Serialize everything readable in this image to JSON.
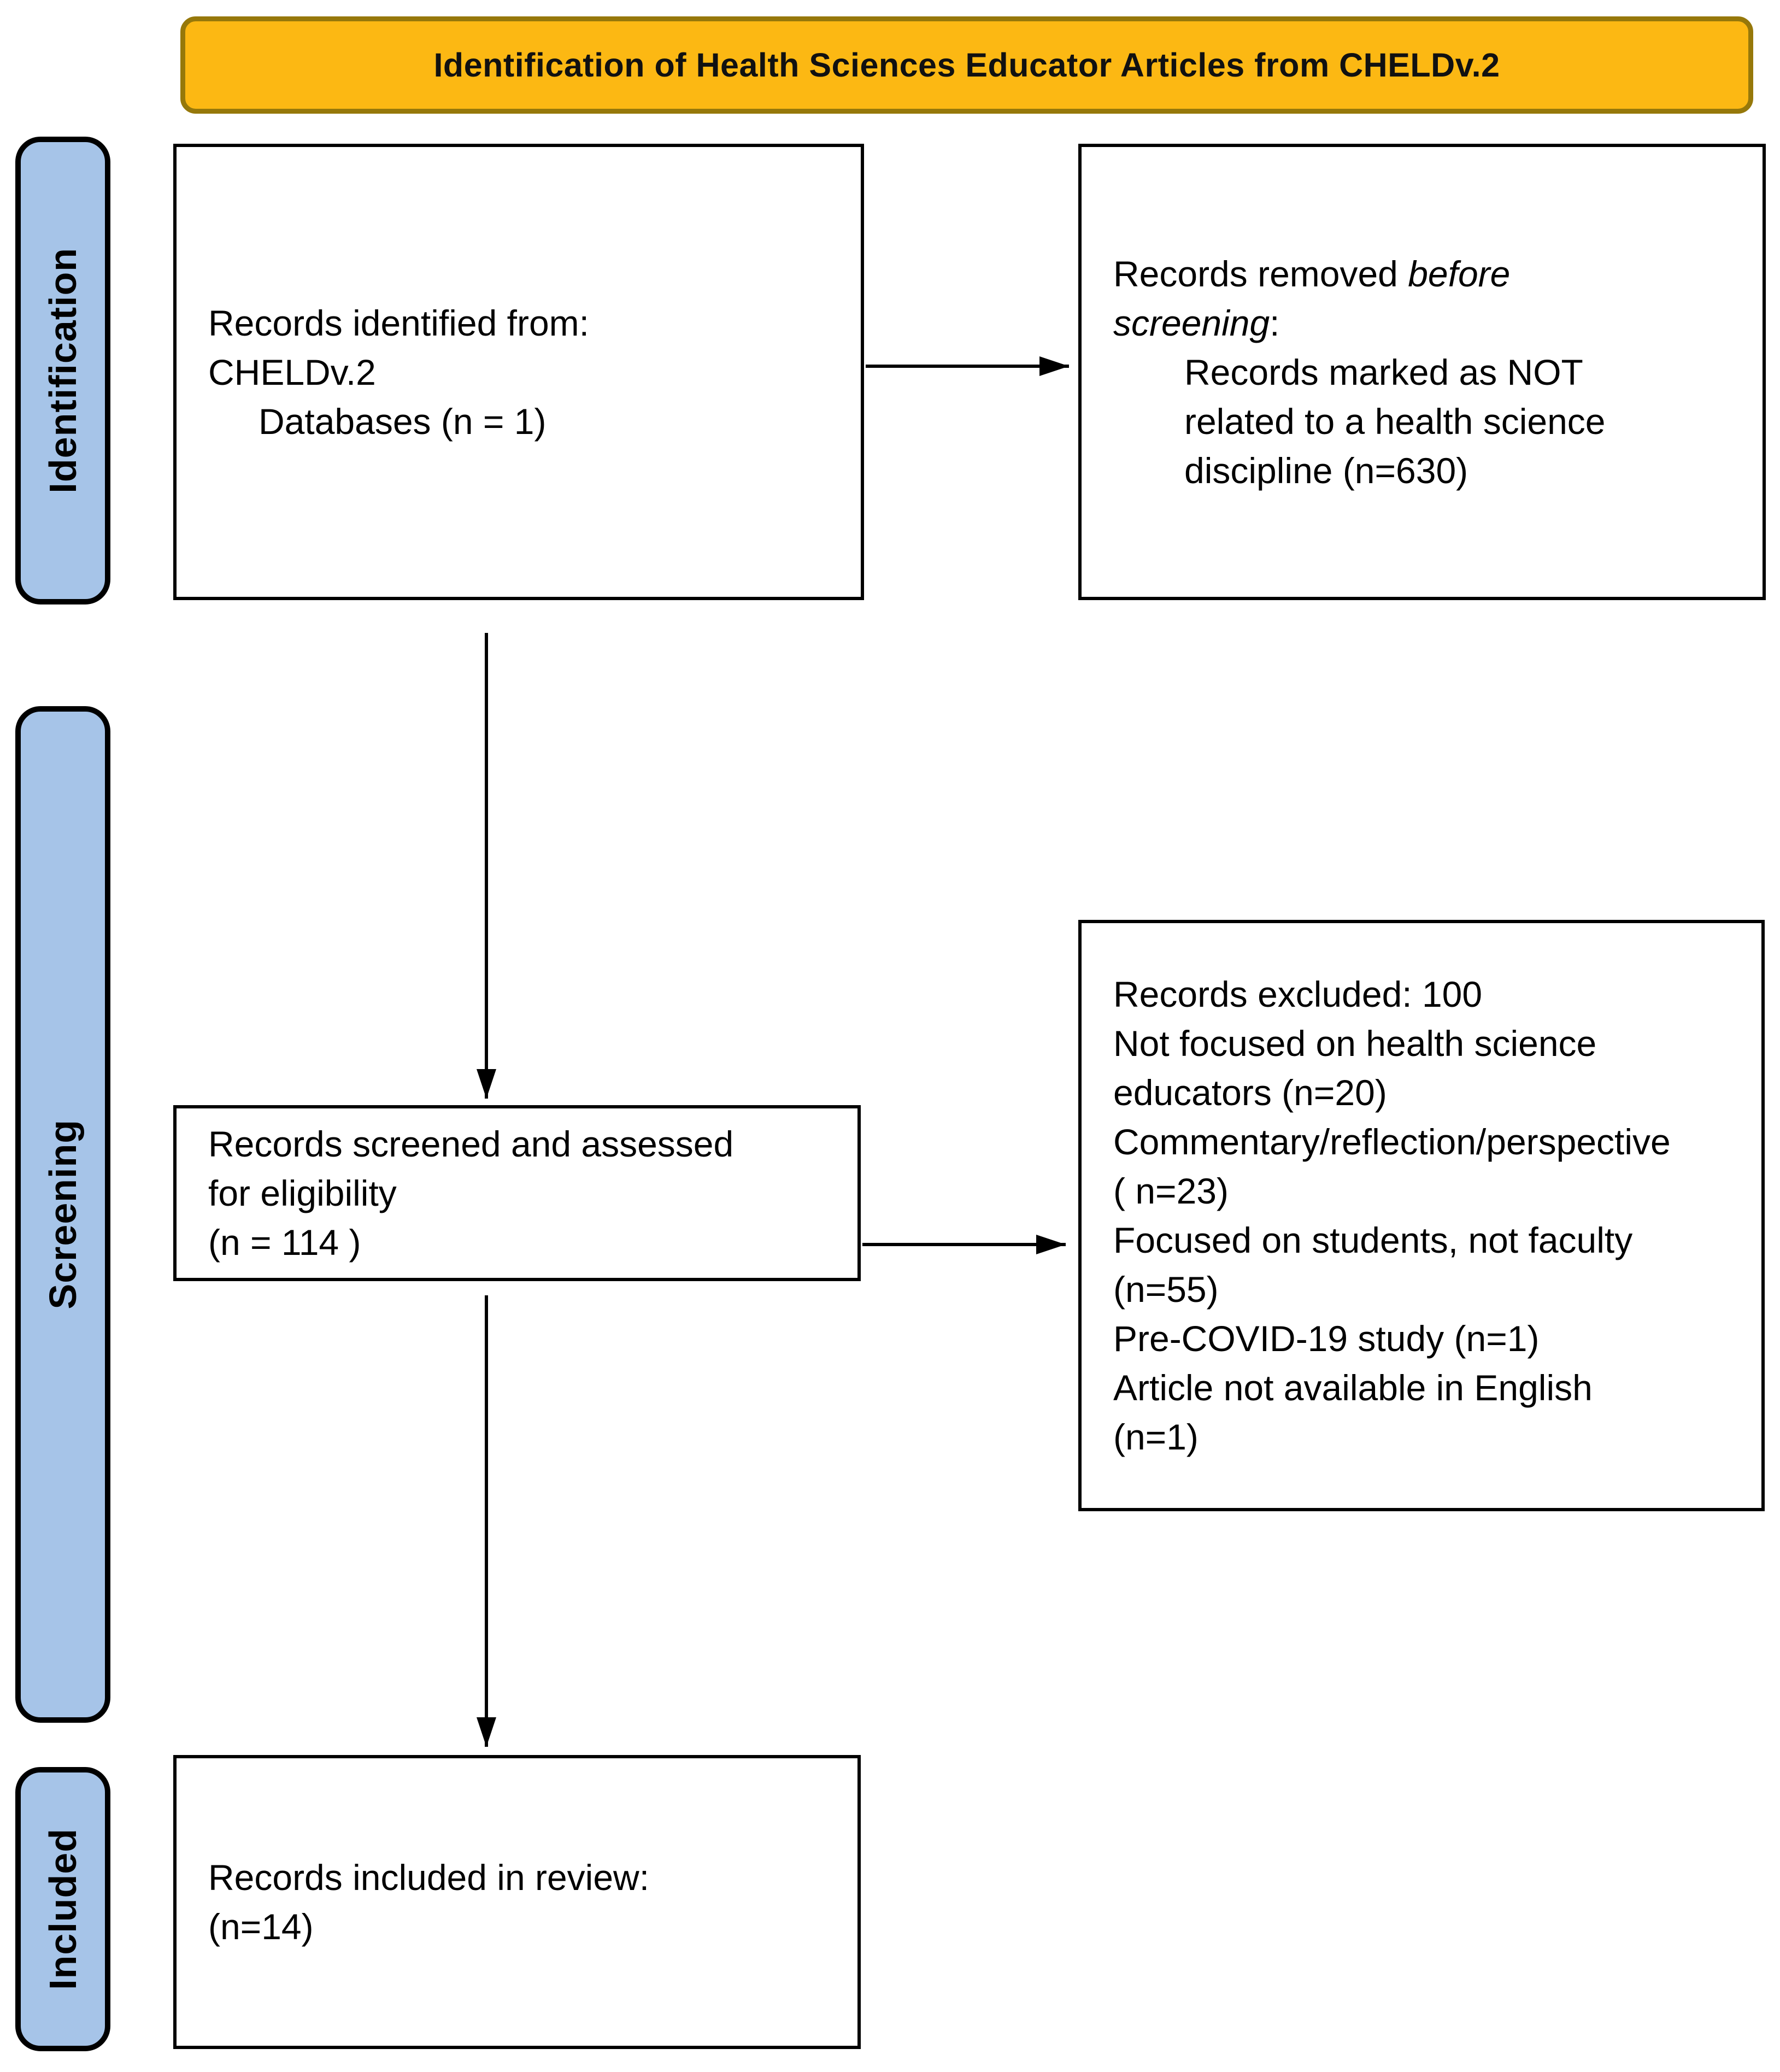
{
  "title_banner": "Identification of Health Sciences Educator Articles from CHELDv.2",
  "stages": {
    "identification": "Identification",
    "screening": "Screening",
    "included": "Included"
  },
  "boxes": {
    "identified": {
      "lines": [
        "Records identified from:",
        "CHELDv.2",
        "Databases (n = 1)"
      ]
    },
    "removed": {
      "line1_text": "Records removed ",
      "line1_italic": "before",
      "line2_italic": "screening",
      "line2_text": ":",
      "details": [
        "Records marked as NOT",
        "related to a health science",
        "discipline (n=630)"
      ]
    },
    "screened": {
      "lines": [
        "Records screened and assessed",
        "for eligibility",
        "(n = 114 )"
      ]
    },
    "excluded": {
      "lines": [
        "Records excluded: 100",
        "Not focused on health science",
        "educators (n=20)",
        "Commentary/reflection/perspective",
        "( n=23)",
        "Focused on students, not faculty",
        "(n=55)",
        "Pre-COVID-19 study (n=1)",
        "Article not available in English",
        "(n=1)"
      ]
    },
    "included_in_review": {
      "lines": [
        "Records included in review:",
        "(n=14)"
      ]
    }
  },
  "colors": {
    "banner_fill": "#FCB813",
    "banner_border": "#96780A",
    "stage_fill": "#A6C4E8",
    "stage_border": "#000000",
    "box_border": "#000000",
    "arrow": "#000000"
  }
}
